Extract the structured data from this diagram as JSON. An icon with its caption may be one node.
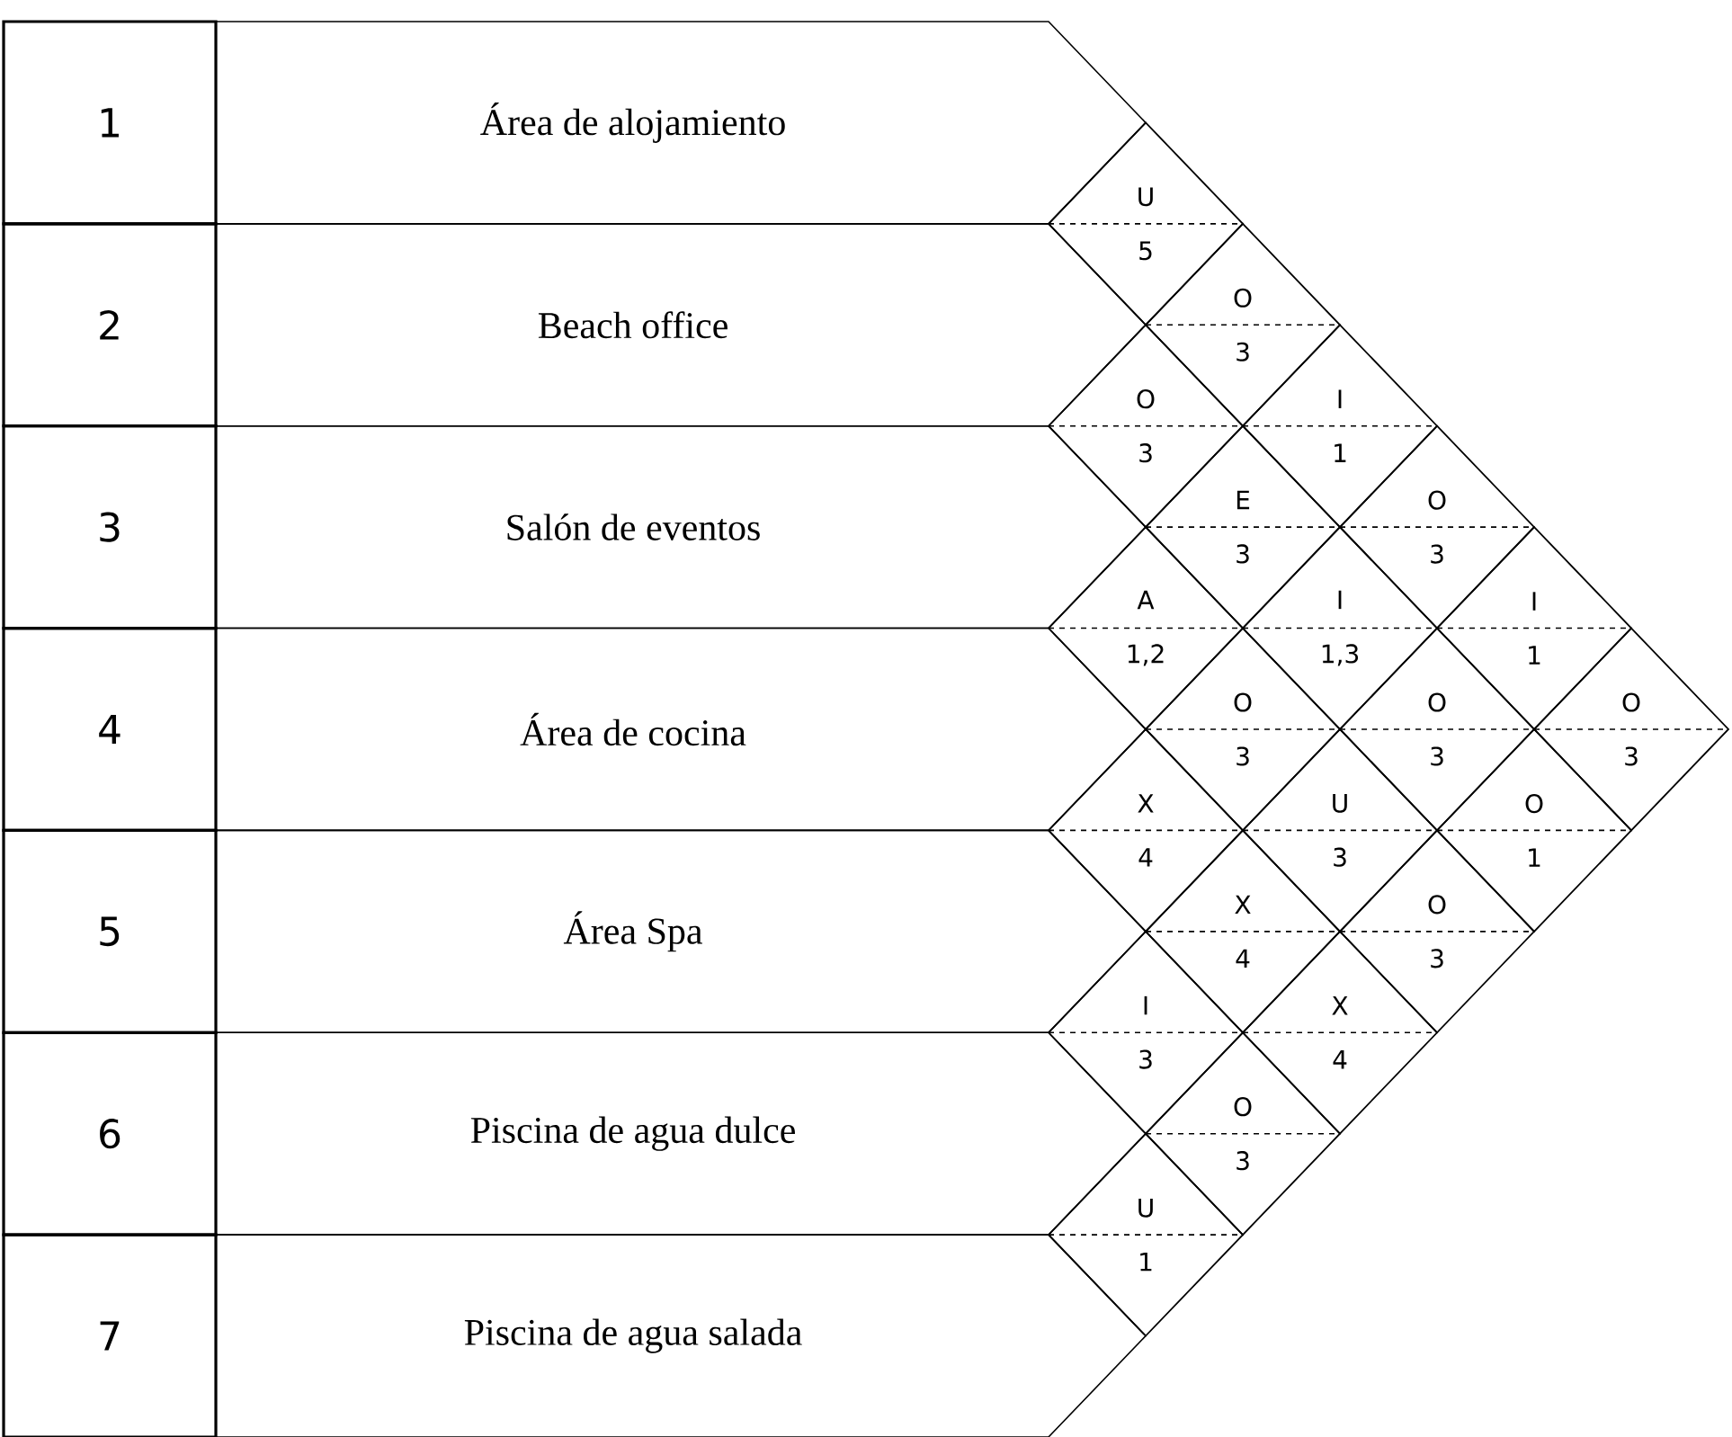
{
  "diagram": {
    "nodes": [
      {
        "text": [
          "1"
        ]
      },
      {
        "text": [
          "Área de alojamiento"
        ]
      },
      {
        "text": [
          "2"
        ]
      },
      {
        "text": [
          "Beach office"
        ]
      },
      {
        "text": [
          "3"
        ]
      },
      {
        "text": [
          "Salón de eventos"
        ]
      },
      {
        "text": [
          "4"
        ]
      },
      {
        "text": [
          "Área de cocina"
        ]
      },
      {
        "text": [
          "5"
        ]
      },
      {
        "text": [
          "Área Spa"
        ]
      },
      {
        "text": [
          "6"
        ]
      },
      {
        "text": [
          "Piscina de agua dulce"
        ]
      },
      {
        "text": [
          "7"
        ]
      },
      {
        "text": [
          "Piscina de agua salada"
        ]
      },
      {
        "text": [
          "U",
          "5"
        ]
      },
      {
        "text": [
          "O",
          "3"
        ]
      },
      {
        "text": [
          "I",
          "1"
        ]
      },
      {
        "text": [
          "O",
          "3"
        ]
      },
      {
        "text": [
          "I",
          "1"
        ]
      },
      {
        "text": [
          "O",
          "3"
        ]
      },
      {
        "text": [
          "O",
          "3"
        ]
      },
      {
        "text": [
          "E",
          "3"
        ]
      },
      {
        "text": [
          "I",
          "1,3"
        ]
      },
      {
        "text": [
          "O",
          "3"
        ]
      },
      {
        "text": [
          "O",
          "1"
        ]
      },
      {
        "text": [
          "A",
          "1,2"
        ]
      },
      {
        "text": [
          "O",
          "3"
        ]
      },
      {
        "text": [
          "U",
          "3"
        ]
      },
      {
        "text": [
          "O",
          "3"
        ]
      },
      {
        "text": [
          "X",
          "4"
        ]
      },
      {
        "text": [
          "X",
          "4"
        ]
      },
      {
        "text": [
          "X",
          "4"
        ]
      },
      {
        "text": [
          "I",
          "3"
        ]
      },
      {
        "text": [
          "O",
          "3"
        ]
      },
      {
        "text": [
          "U",
          "1"
        ]
      }
    ]
  }
}
